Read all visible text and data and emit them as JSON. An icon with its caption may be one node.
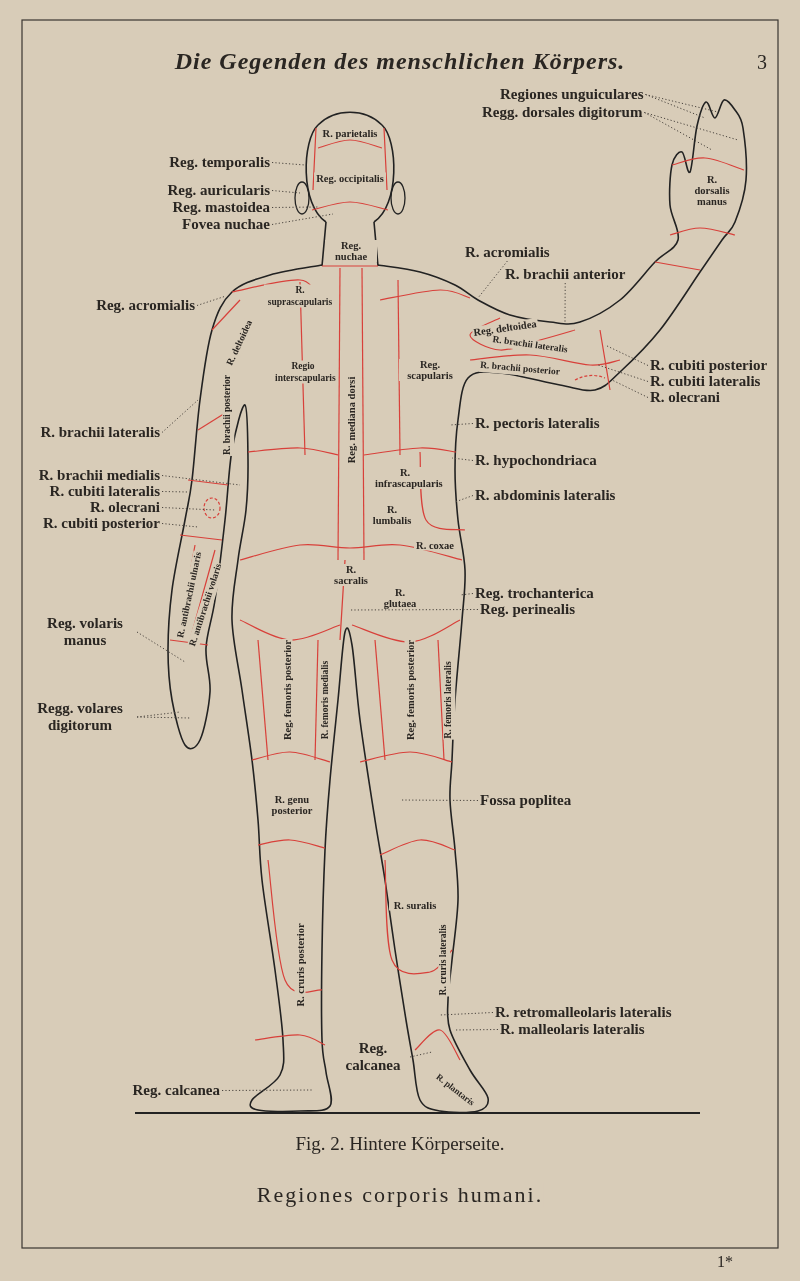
{
  "diagram": {
    "title": "Die Gegenden des menschlichen Körpers.",
    "caption": "Fig. 2. Hintere Körperseite.",
    "nodes": [
      {
        "text": [
          "Regiones unguiculares"
        ]
      },
      {
        "text": [
          "Regg. dorsales digitorum"
        ]
      },
      {
        "text": [
          "Reg. temporalis"
        ]
      },
      {
        "text": [
          "Reg. auricularis"
        ]
      },
      {
        "text": [
          "Reg. mastoidea"
        ]
      },
      {
        "text": [
          "Fovea nuchae"
        ]
      },
      {
        "text": [
          "R. acromialis"
        ]
      },
      {
        "text": [
          "R. brachii anterior"
        ]
      },
      {
        "text": [
          "Reg. acromialis"
        ]
      },
      {
        "text": [
          "R. cubiti posterior"
        ]
      },
      {
        "text": [
          "R. cubiti lateralis"
        ]
      },
      {
        "text": [
          "R. olecrani"
        ]
      },
      {
        "text": [
          "R. pectoris lateralis"
        ]
      },
      {
        "text": [
          "R. brachii lateralis"
        ]
      },
      {
        "text": [
          "R. hypochondriaca"
        ]
      },
      {
        "text": [
          "R. brachii medialis"
        ]
      },
      {
        "text": [
          "R. cubiti lateralis"
        ]
      },
      {
        "text": [
          "R. abdominis lateralis"
        ]
      },
      {
        "text": [
          "R. olecrani"
        ]
      },
      {
        "text": [
          "R. cubiti posterior"
        ]
      },
      {
        "text": [
          "Reg. trochanterica"
        ]
      },
      {
        "text": [
          "Reg. perinealis"
        ]
      },
      {
        "text": [
          "Reg. volaris manus"
        ]
      },
      {
        "text": [
          "Regg. volares digitorum"
        ]
      },
      {
        "text": [
          "Fossa poplitea"
        ]
      },
      {
        "text": [
          "R. retromalleolaris lateralis"
        ]
      },
      {
        "text": [
          "R. malleolaris lateralis"
        ]
      },
      {
        "text": [
          "Reg. calcanea"
        ]
      },
      {
        "text": [
          "Reg. calcanea"
        ]
      }
    ],
    "edges": [
      {
        "from": 0,
        "to": null,
        "arrow": "none"
      },
      {
        "from": 0,
        "to": null,
        "arrow": "none"
      },
      {
        "from": 1,
        "to": null,
        "arrow": "none"
      },
      {
        "from": 1,
        "to": null,
        "arrow": "none"
      },
      {
        "from": 2,
        "to": null,
        "arrow": "none"
      },
      {
        "from": 3,
        "to": null,
        "arrow": "none"
      },
      {
        "from": 4,
        "to": null,
        "arrow": "none"
      },
      {
        "from": 5,
        "to": null,
        "arrow": "none"
      },
      {
        "from": 6,
        "to": null,
        "arrow": "none"
      },
      {
        "from": 7,
        "to": null,
        "arrow": "none"
      },
      {
        "from": 8,
        "to": null,
        "arrow": "none"
      },
      {
        "from": 9,
        "to": null,
        "arrow": "none"
      },
      {
        "from": 10,
        "to": null,
        "arrow": "none"
      },
      {
        "from": 11,
        "to": null,
        "arrow": "none"
      },
      {
        "from": 12,
        "to": null,
        "arrow": "none"
      },
      {
        "from": 13,
        "to": null,
        "arrow": "none"
      },
      {
        "from": 14,
        "to": null,
        "arrow": "none"
      },
      {
        "from": 15,
        "to": null,
        "arrow": "none"
      },
      {
        "from": 16,
        "to": null,
        "arrow": "none"
      },
      {
        "from": 17,
        "to": null,
        "arrow": "none"
      },
      {
        "from": 18,
        "to": null,
        "arrow": "none"
      },
      {
        "from": 19,
        "to": null,
        "arrow": "none"
      },
      {
        "from": 20,
        "to": null,
        "arrow": "none"
      },
      {
        "from": 21,
        "to": null,
        "arrow": "none"
      },
      {
        "from": 22,
        "to": null,
        "arrow": "none"
      },
      {
        "from": 23,
        "to": null,
        "arrow": "none"
      },
      {
        "from": 23,
        "to": null,
        "arrow": "none"
      },
      {
        "from": 24,
        "to": null,
        "arrow": "none"
      },
      {
        "from": 25,
        "to": null,
        "arrow": "none"
      },
      {
        "from": 26,
        "to": null,
        "arrow": "none"
      },
      {
        "from": 27,
        "to": null,
        "arrow": "none"
      },
      {
        "from": 28,
        "to": null,
        "arrow": "none"
      }
    ],
    "labels": [
      "3",
      "R. parietalis",
      "Reg. occipitalis",
      "Reg. nuchae",
      "R. suprascapularis",
      "R. deltoidea",
      "Reg. mediana dorsi",
      "Regio interscapularis",
      "Reg. scapularis",
      "Reg. deltoidea",
      "R. brachii lateralis",
      "R. brachii posterior",
      "R. dorsalis manus",
      "R. brachii posterior",
      "R. infrascapularis",
      "R. lumbalis",
      "R. coxae",
      "R. sacralis",
      "R. glutaea",
      "R. antibrachii ulnaris",
      "R. antibrachii volaris",
      "Reg. femoris posterior",
      "R. femoris medialis",
      "Reg. femoris posterior",
      "R. femoris lateralis",
      "R. genu posterior",
      "R. suralis",
      "R. cruris posterior",
      "R. cruris lateralis",
      "R. plantaris",
      "Regiones corporis humani.",
      "1*"
    ]
  }
}
